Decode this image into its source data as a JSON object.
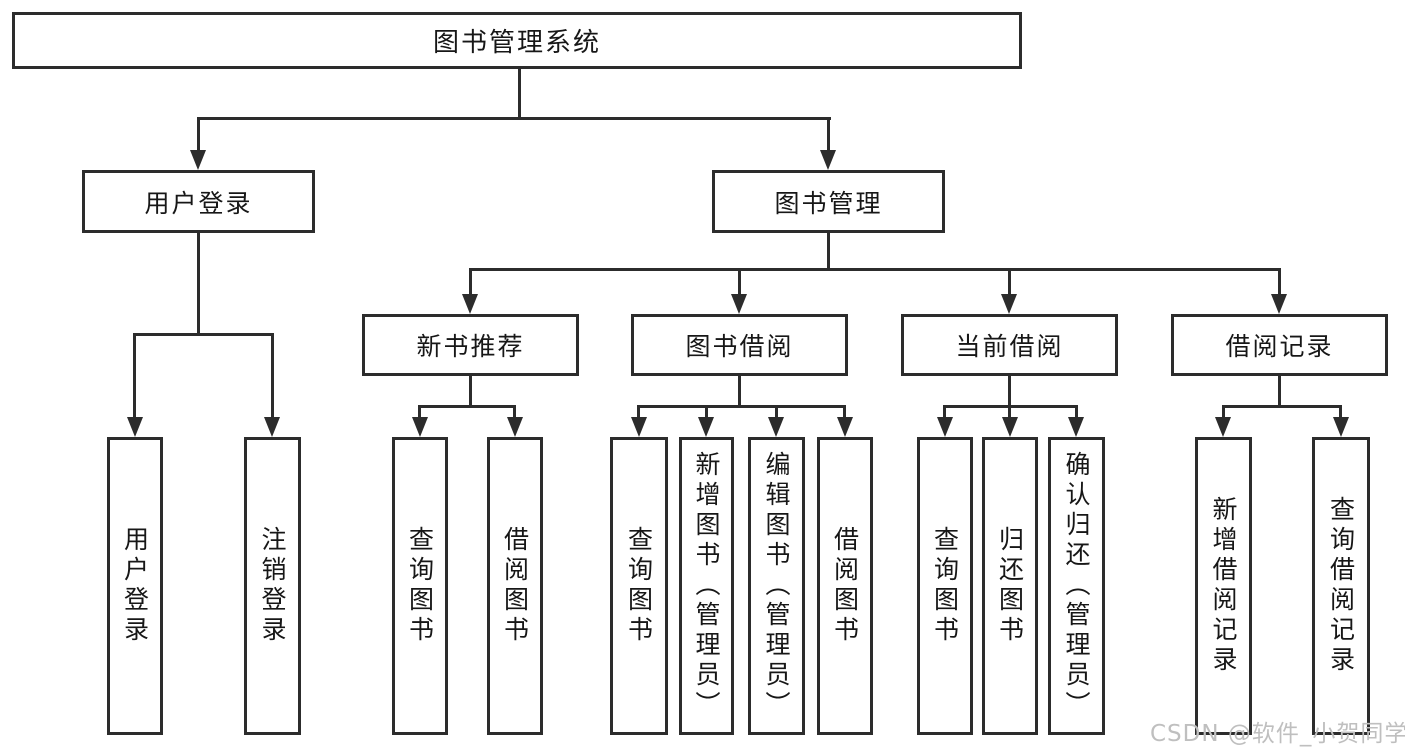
{
  "title": "图书管理系统",
  "watermark": "CSDN @软件_小贺同学",
  "colors": {
    "line": "#2c2c2c",
    "text": "#171717",
    "watermark": "#bfbfbf",
    "background": "#ffffff"
  },
  "nodes": {
    "root": "图书管理系统",
    "user_login": "用户登录",
    "book_mgmt": "图书管理",
    "new_book_rec": "新书推荐",
    "book_borrow": "图书借阅",
    "current_borrow": "当前借阅",
    "borrow_records": "借阅记录",
    "leaf_user_login": "用户登录",
    "leaf_logout": "注销登录",
    "leaf_query_books_1": "查询图书",
    "leaf_borrow_books_1": "借阅图书",
    "leaf_query_books_2": "查询图书",
    "leaf_add_book_admin": "新增图书（管理员）",
    "leaf_edit_book_admin": "编辑图书（管理员）",
    "leaf_borrow_books_2": "借阅图书",
    "leaf_query_books_3": "查询图书",
    "leaf_return_books": "归还图书",
    "leaf_confirm_return_admin": "确认归还（管理员）",
    "leaf_add_borrow_record": "新增借阅记录",
    "leaf_query_borrow_record": "查询借阅记录"
  },
  "tree": {
    "label": "图书管理系统",
    "children": [
      {
        "label": "用户登录",
        "children": [
          {
            "label": "用户登录"
          },
          {
            "label": "注销登录"
          }
        ]
      },
      {
        "label": "图书管理",
        "children": [
          {
            "label": "新书推荐",
            "children": [
              {
                "label": "查询图书"
              },
              {
                "label": "借阅图书"
              }
            ]
          },
          {
            "label": "图书借阅",
            "children": [
              {
                "label": "查询图书"
              },
              {
                "label": "新增图书（管理员）"
              },
              {
                "label": "编辑图书（管理员）"
              },
              {
                "label": "借阅图书"
              }
            ]
          },
          {
            "label": "当前借阅",
            "children": [
              {
                "label": "查询图书"
              },
              {
                "label": "归还图书"
              },
              {
                "label": "确认归还（管理员）"
              }
            ]
          },
          {
            "label": "借阅记录",
            "children": [
              {
                "label": "新增借阅记录"
              },
              {
                "label": "查询借阅记录"
              }
            ]
          }
        ]
      }
    ]
  }
}
